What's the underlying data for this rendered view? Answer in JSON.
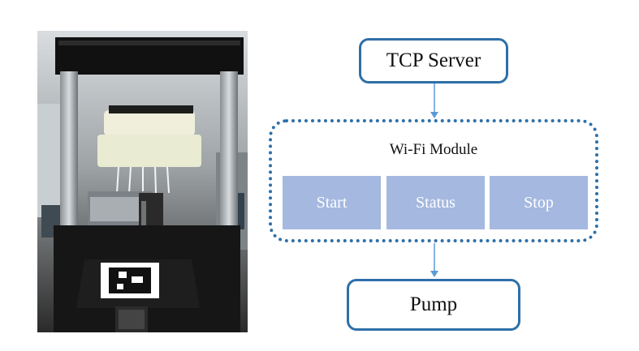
{
  "photo": {
    "description_icon": "3d-printer-rig-photo"
  },
  "diagram": {
    "server": "TCP Server",
    "module": {
      "title": "Wi-Fi Module",
      "commands": [
        "Start",
        "Status",
        "Stop"
      ]
    },
    "pump": "Pump"
  },
  "colors": {
    "accent": "#2e6fa8",
    "command_fill": "#a4b8e0",
    "arrow": "#5b9bd5"
  }
}
